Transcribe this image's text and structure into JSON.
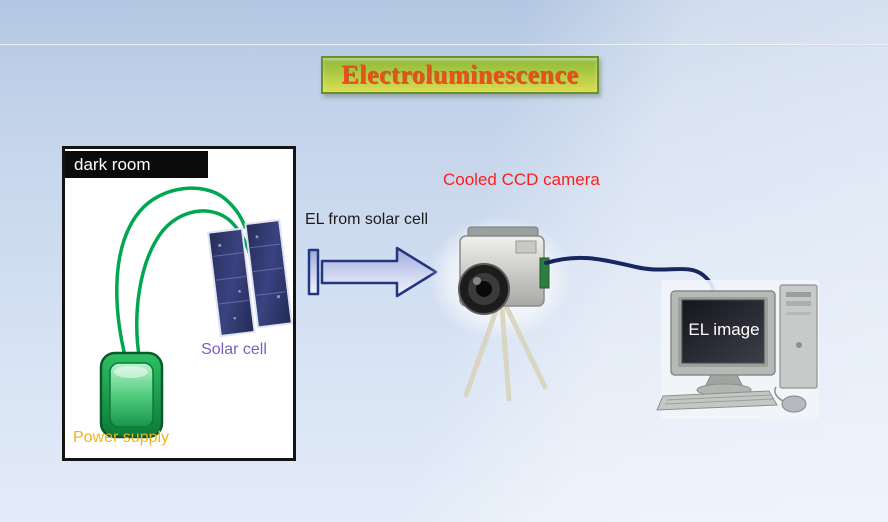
{
  "slide": {
    "title": "Electroluminescence"
  },
  "labels": {
    "dark_room": "dark room",
    "solar_cell": "Solar cell",
    "power_supply": "Power supply",
    "el_from_solar_cell": "EL from solar cell",
    "cooled_ccd_camera": "Cooled CCD camera",
    "el_image": "EL image"
  },
  "colors": {
    "title_text": "#E8501E",
    "title_box_top": "#8CB83A",
    "title_box_bottom": "#DADD52",
    "title_box_border": "#6B8F2F",
    "camera_label_red": "#FE1E1E",
    "solar_cell_label_purple": "#7B5EC2",
    "power_supply_label_yellow": "#EFB31E",
    "wire_green": "#00A651",
    "cable_navy": "#16275F",
    "arrow_border_blue": "#24367E",
    "background_blue": "#C3D3EA"
  }
}
